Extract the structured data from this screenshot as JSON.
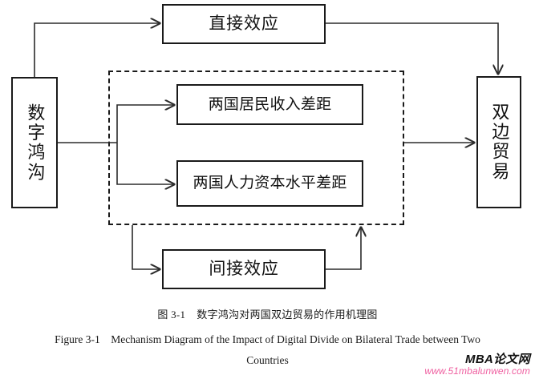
{
  "figure": {
    "nodes": {
      "digital_divide": "数字鸿沟",
      "direct_effect": "直接效应",
      "income_gap": "两国居民收入差距",
      "human_capital_gap": "两国人力资本水平差距",
      "indirect_effect": "间接效应",
      "bilateral_trade": "双边贸易"
    },
    "caption_cn": "图 3-1    数字鸿沟对两国双边贸易的作用机理图",
    "caption_en_line1": "Figure 3-1    Mechanism Diagram of the Impact of Digital Divide on Bilateral Trade between Two",
    "caption_en_line2": "Countries"
  },
  "watermark": {
    "title": "MBA论文网",
    "url": "www.51mbalunwen.com",
    "url_color": "#ef5fa0"
  },
  "style": {
    "line_color": "#2b2b2b",
    "border_color": "#1a1a1a",
    "background": "#ffffff"
  }
}
